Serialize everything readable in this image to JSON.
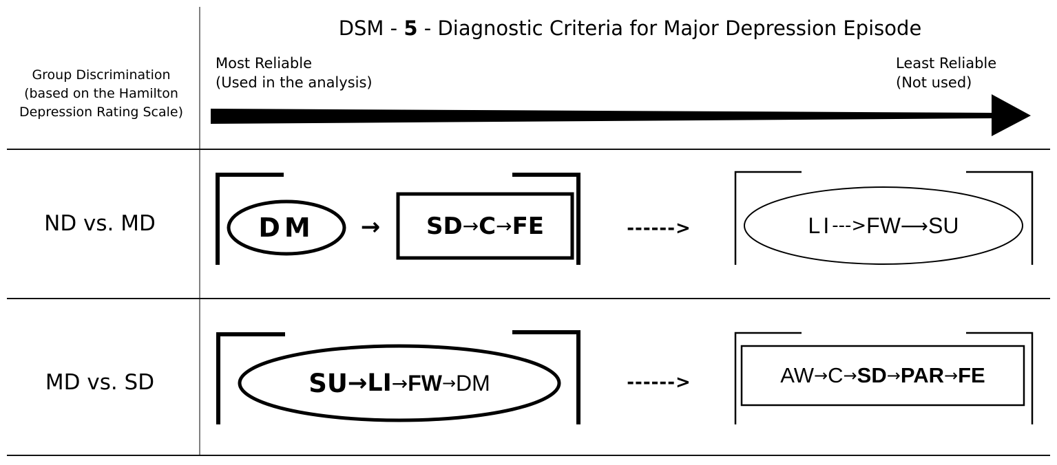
{
  "header": {
    "left_lines": [
      "Group Discrimination",
      "(based on the Hamilton",
      "Depression Rating Scale)"
    ],
    "title_pre": "DSM - ",
    "title_num": "5",
    "title_post": " - Diagnostic Criteria for Major Depression Episode",
    "most_reliable": "Most Reliable",
    "most_reliable_note": "(Used in the analysis)",
    "least_reliable": "Least Reliable",
    "least_reliable_note": "(Not used)"
  },
  "rows": [
    {
      "label": "ND vs. MD",
      "most_reliable": {
        "oval": "DM",
        "arrow": "→",
        "box": [
          "SD",
          "C",
          "FE"
        ]
      },
      "connector": "------>",
      "least_reliable": {
        "oval": [
          "LI",
          "FW",
          "SU"
        ]
      }
    },
    {
      "label": "MD vs. SD",
      "most_reliable": {
        "oval": [
          "SU",
          "LI",
          "FW",
          "DM"
        ]
      },
      "connector": "------>",
      "least_reliable": {
        "box": [
          "AW",
          "C",
          "SD",
          "PAR",
          "FE"
        ]
      }
    }
  ],
  "symbols": {
    "arrow": "→",
    "dashed_arrow": "--->",
    "long_arrow": "⟶"
  }
}
